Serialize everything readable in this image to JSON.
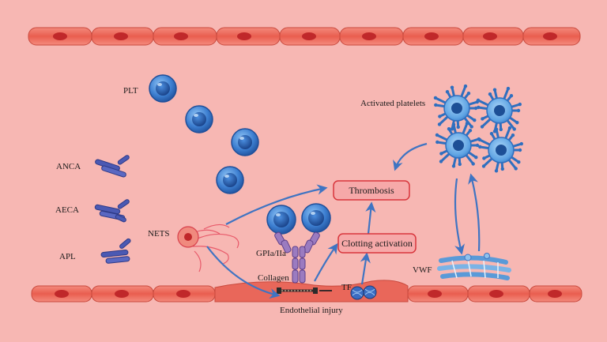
{
  "labels": {
    "plt": "PLT",
    "anca": "ANCA",
    "aeca": "AECA",
    "apl": "APL",
    "nets": "NETS",
    "gpia": "GPIa/IIa",
    "collagen": "Collagen",
    "tf": "TF",
    "endothelial_injury": "Endothelial injury",
    "activated_platelets": "Activated platelets",
    "vwf": "VWF",
    "thrombosis": "Thrombosis",
    "clotting_activation": "Clotting activation"
  },
  "colors": {
    "background": "#f7b7b3",
    "vessel_wall": "#ee6e60",
    "platelet": "#3d7fd1",
    "activated_platelet": "#3a86d6",
    "antibody": "#4b59b3",
    "box_fill": "#f6a9a9",
    "box_border": "#d8363c",
    "arrow": "#3f74c2"
  }
}
